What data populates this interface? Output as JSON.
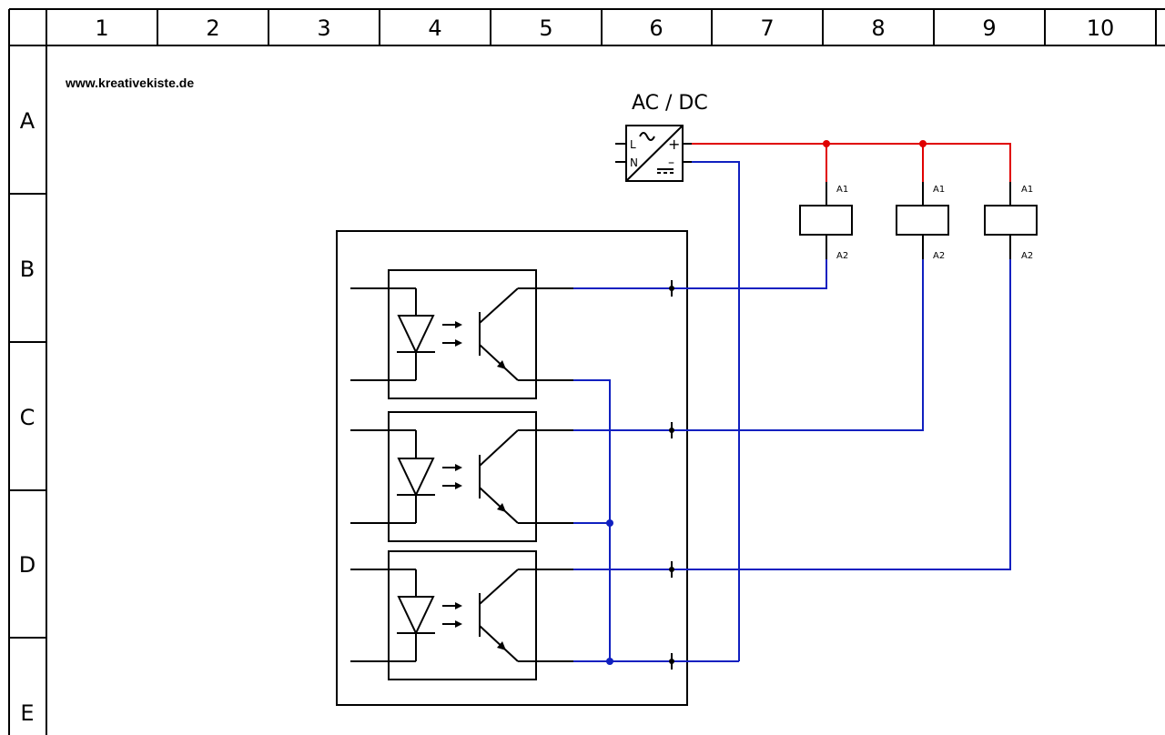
{
  "grid": {
    "columns": [
      "1",
      "2",
      "3",
      "4",
      "5",
      "6",
      "7",
      "8",
      "9",
      "10"
    ],
    "rows": [
      "A",
      "B",
      "C",
      "D",
      "E"
    ]
  },
  "watermark": "www.kreativekiste.de",
  "power_supply": {
    "title": "AC / DC",
    "pin_l": "L",
    "pin_n": "N",
    "pin_plus": "+",
    "pin_minus": "–"
  },
  "relays": [
    {
      "a1": "A1",
      "a2": "A2"
    },
    {
      "a1": "A1",
      "a2": "A2"
    },
    {
      "a1": "A1",
      "a2": "A2"
    }
  ],
  "colors": {
    "positive_wire": "#e00000",
    "negative_wire": "#1020c0",
    "outline": "#000000"
  }
}
